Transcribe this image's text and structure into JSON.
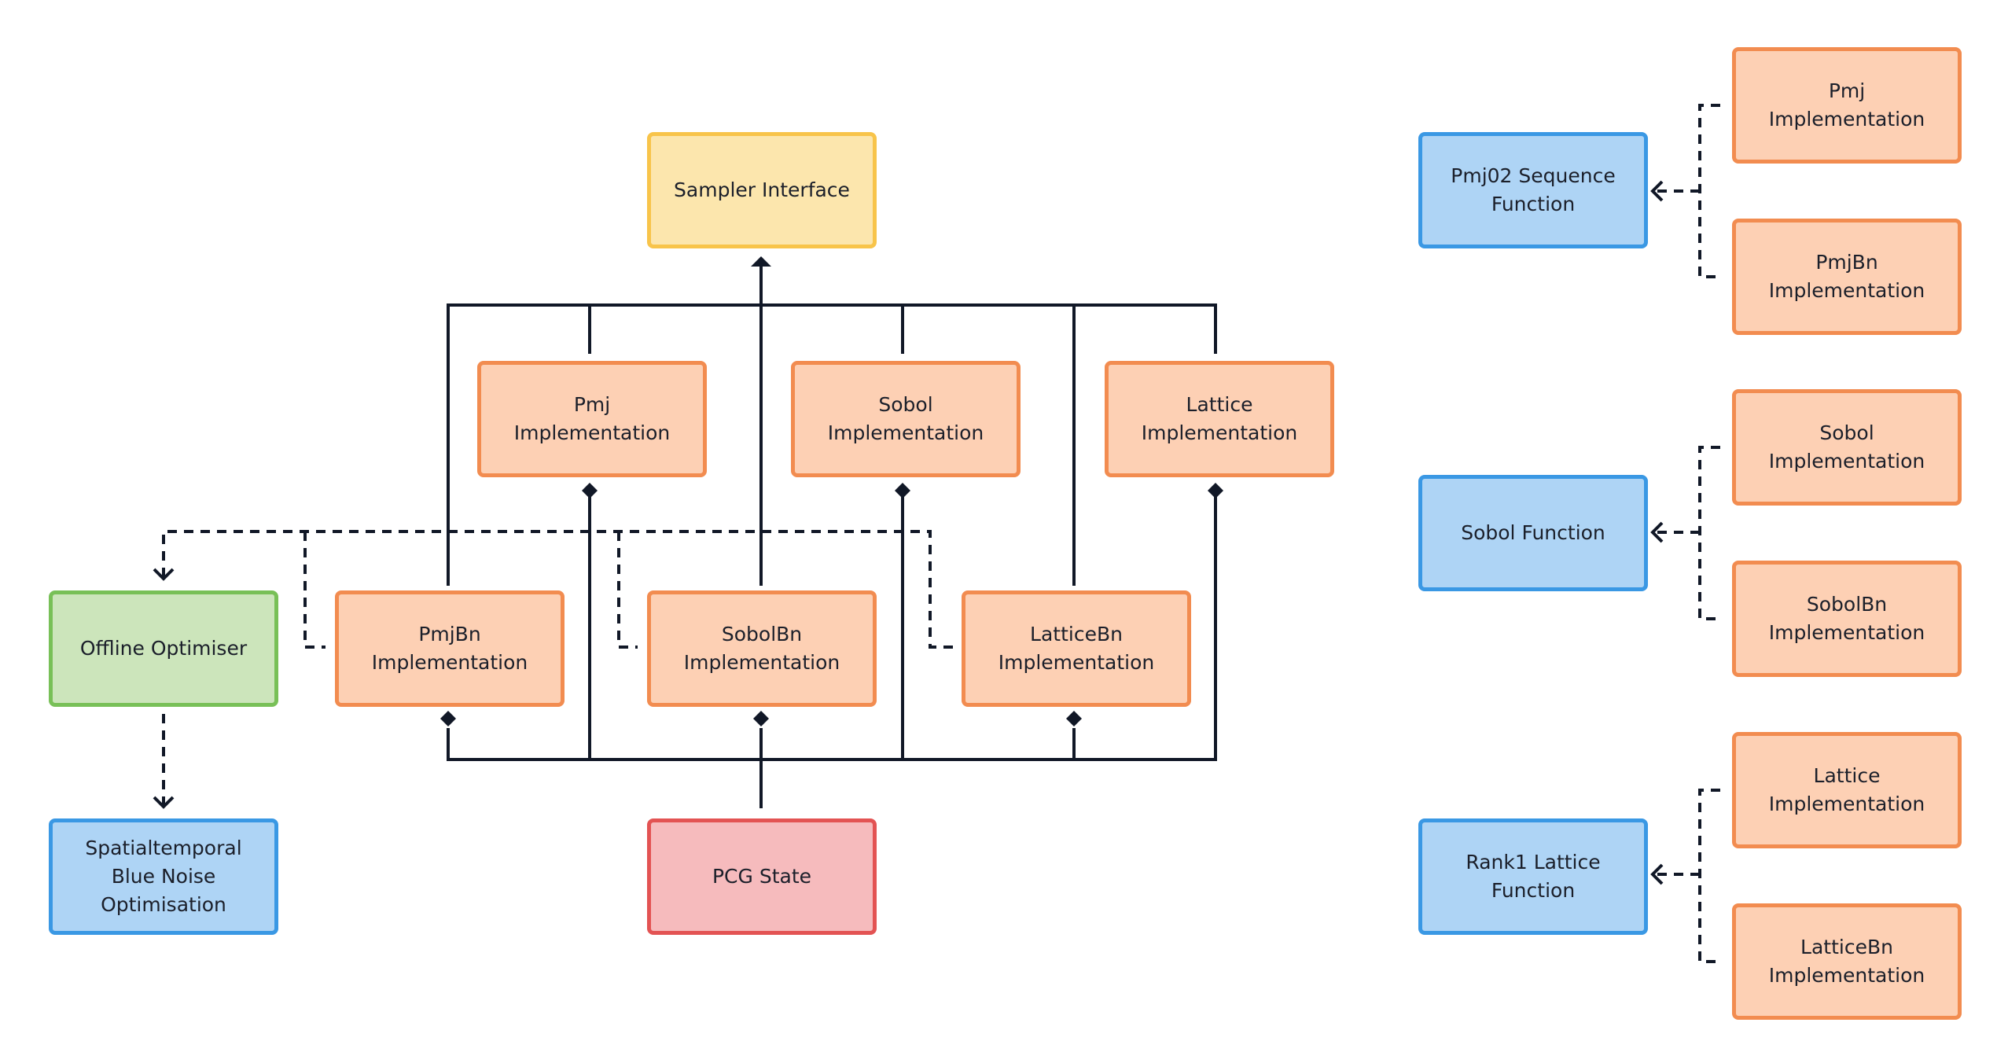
{
  "nodes": {
    "sampler_interface": {
      "lines": [
        "Sampler Interface"
      ]
    },
    "pmj_impl": {
      "lines": [
        "Pmj",
        "Implementation"
      ]
    },
    "sobol_impl": {
      "lines": [
        "Sobol",
        "Implementation"
      ]
    },
    "lattice_impl": {
      "lines": [
        "Lattice",
        "Implementation"
      ]
    },
    "offline_optimiser": {
      "lines": [
        "Offline Optimiser"
      ]
    },
    "pmjbn_impl": {
      "lines": [
        "PmjBn",
        "Implementation"
      ]
    },
    "sobolbn_impl": {
      "lines": [
        "SobolBn",
        "Implementation"
      ]
    },
    "latticebn_impl": {
      "lines": [
        "LatticeBn",
        "Implementation"
      ]
    },
    "stbn_optimisation": {
      "lines": [
        "Spatialtemporal",
        "Blue Noise",
        "Optimisation"
      ]
    },
    "pcg_state": {
      "lines": [
        "PCG State"
      ]
    },
    "pmj02_function": {
      "lines": [
        "Pmj02 Sequence",
        "Function"
      ]
    },
    "sobol_function": {
      "lines": [
        "Sobol Function"
      ]
    },
    "rank1_function": {
      "lines": [
        "Rank1 Lattice",
        "Function"
      ]
    },
    "side_pmj_impl": {
      "lines": [
        "Pmj",
        "Implementation"
      ]
    },
    "side_pmjbn_impl": {
      "lines": [
        "PmjBn",
        "Implementation"
      ]
    },
    "side_sobol_impl": {
      "lines": [
        "Sobol",
        "Implementation"
      ]
    },
    "side_sobolbn_impl": {
      "lines": [
        "SobolBn",
        "Implementation"
      ]
    },
    "side_lattice_impl": {
      "lines": [
        "Lattice",
        "Implementation"
      ]
    },
    "side_latticebn_impl": {
      "lines": [
        "LatticeBn",
        "Implementation"
      ]
    }
  },
  "colors": {
    "implementation_fill": "#fdd0b4",
    "implementation_border": "#f28c50",
    "interface_fill": "#fce6ad",
    "interface_border": "#f8c44a",
    "optimiser_fill": "#cce5bb",
    "optimiser_border": "#78c057",
    "function_fill": "#aed4f5",
    "function_border": "#3a98e4",
    "state_fill": "#f6bbbd",
    "state_border": "#e35353",
    "edge": "#111827"
  }
}
